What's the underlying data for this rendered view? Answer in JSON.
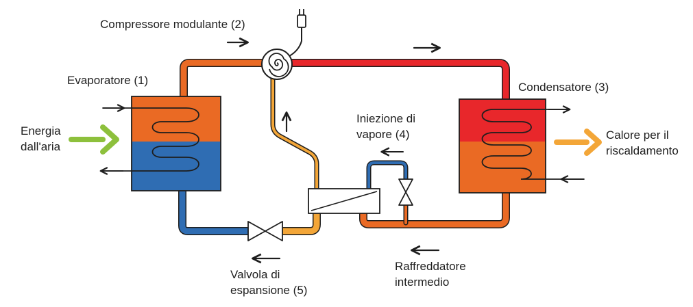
{
  "labels": {
    "compressor": "Compressore modulante (2)",
    "evaporator": "Evaporatore (1)",
    "condenser": "Condensatore (3)",
    "injection_line1": "Iniezione di",
    "injection_line2": "vapore (4)",
    "energy_line1": "Energia",
    "energy_line2": "dall'aria",
    "heat_line1": "Calore per il",
    "heat_line2": "riscaldamento",
    "valve_line1": "Valvola di",
    "valve_line2": "espansione (5)",
    "cooler_line1": "Raffreddatore",
    "cooler_line2": "intermedio"
  },
  "colors": {
    "hot_red": "#e8272b",
    "orange": "#ea6a24",
    "amber": "#f3a638",
    "blue": "#2f6db3",
    "green": "#8dc03c",
    "outline": "#1e1e1e"
  },
  "icons": {
    "compressor": "spiral-icon",
    "plug": "plug-icon",
    "valve": "expansion-valve-icon",
    "heat_exchanger": "heat-exchanger-icon"
  }
}
